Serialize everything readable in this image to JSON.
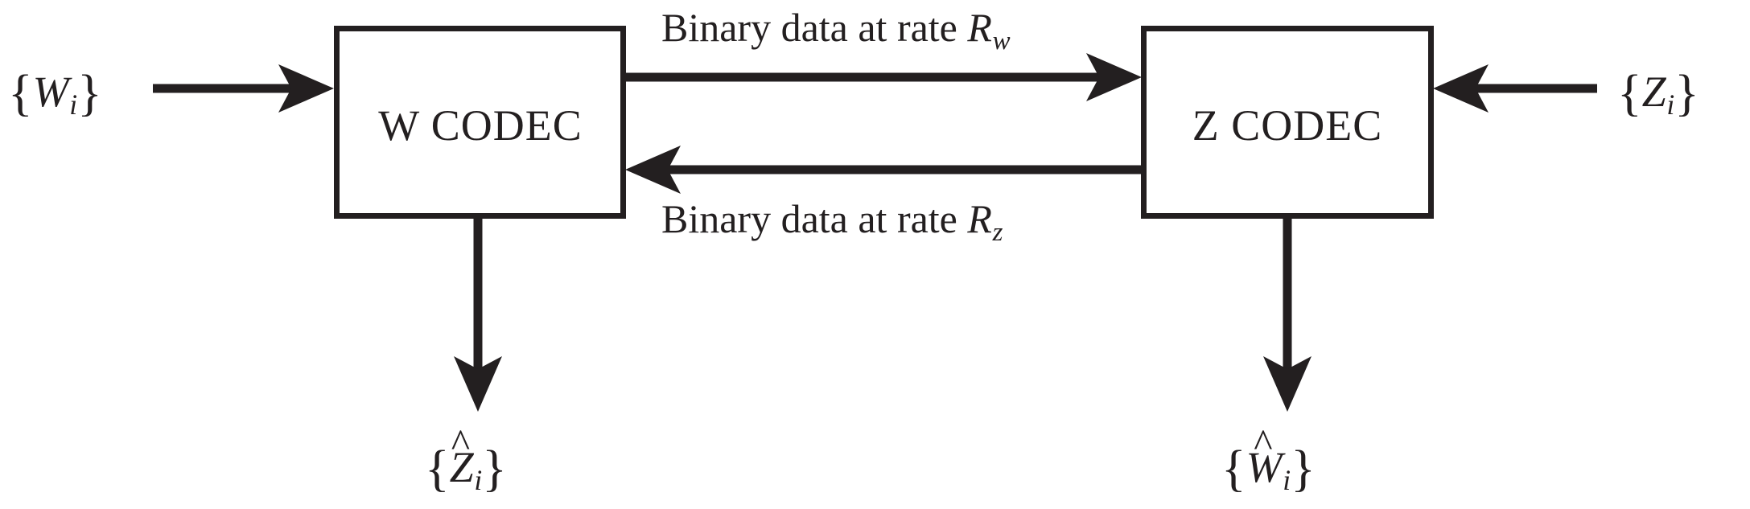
{
  "figure": {
    "type": "block-diagram",
    "title": "Two-way distributed source codec block diagram",
    "ink_color": "#231f20",
    "background_color": "#ffffff"
  },
  "blocks": [
    {
      "id": "w-codec",
      "label": "W CODEC"
    },
    {
      "id": "z-codec",
      "label": "Z CODEC"
    }
  ],
  "edge_labels": {
    "forward": {
      "prefix": "Binary data at rate ",
      "symbol": "R",
      "subscript": "w",
      "full_text": "Binary data at rate Rw"
    },
    "reverse": {
      "prefix": "Binary data at rate ",
      "symbol": "R",
      "subscript": "z",
      "full_text": "Binary data at rate Rz"
    }
  },
  "signals": {
    "w_input": {
      "open_brace": "{",
      "symbol": "W",
      "subscript": "i",
      "close_brace": "}",
      "hat": false,
      "full_text": "{Wi}"
    },
    "z_input": {
      "open_brace": "{",
      "symbol": "Z",
      "subscript": "i",
      "close_brace": "}",
      "hat": false,
      "full_text": "{Zi}"
    },
    "z_output": {
      "open_brace": "{",
      "symbol": "Z",
      "subscript": "i",
      "close_brace": "}",
      "hat": true,
      "hat_glyph": "^",
      "full_text": "{Ẑi}"
    },
    "w_output": {
      "open_brace": "{",
      "symbol": "W",
      "subscript": "i",
      "close_brace": "}",
      "hat": true,
      "hat_glyph": "^",
      "full_text": "{Ŵi}"
    }
  }
}
